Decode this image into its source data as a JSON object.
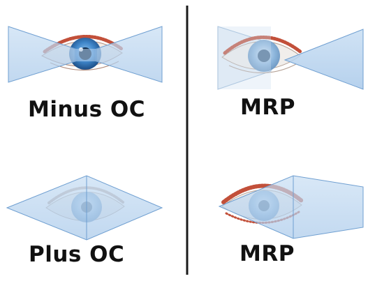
{
  "panels": {
    "top_left": {
      "label": "Minus OC",
      "lens_shape": "concave"
    },
    "top_right": {
      "label": "MRP",
      "shape": "partial-concave"
    },
    "bottom_left": {
      "label": "Plus OC",
      "lens_shape": "convex"
    },
    "bottom_right": {
      "label": "MRP",
      "shape": "partial-convex"
    }
  },
  "colors": {
    "lens_fill": "#b9d4ee",
    "lens_stroke": "#6f9fd1",
    "iris": "#3f86c9",
    "pupil": "#0d2a4a",
    "lashes": "#c2503a",
    "divider": "#1a1a1a"
  }
}
